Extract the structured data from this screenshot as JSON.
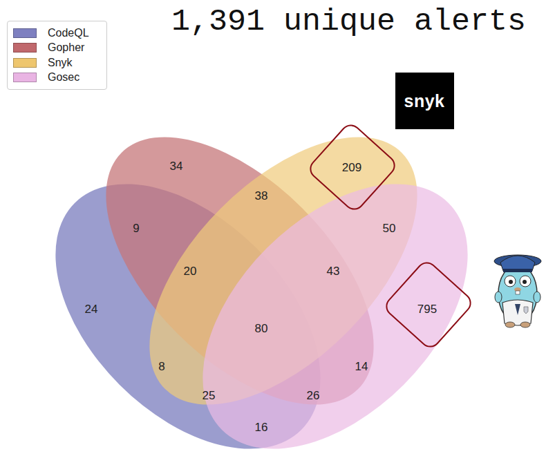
{
  "diagram": {
    "title": "1,391 unique alerts",
    "labels": [
      "34",
      "209",
      "38",
      "9",
      "50",
      "20",
      "43",
      "24",
      "795",
      "80",
      "8",
      "14",
      "25",
      "26",
      "16",
      "snyk"
    ],
    "legend": [
      {
        "text": "CodeQL",
        "color": "#7e80c0"
      },
      {
        "text": "Gopher",
        "color": "#c0686c"
      },
      {
        "text": "Snyk",
        "color": "#eec66e"
      },
      {
        "text": "Gosec",
        "color": "#e9b4e3"
      }
    ]
  }
}
